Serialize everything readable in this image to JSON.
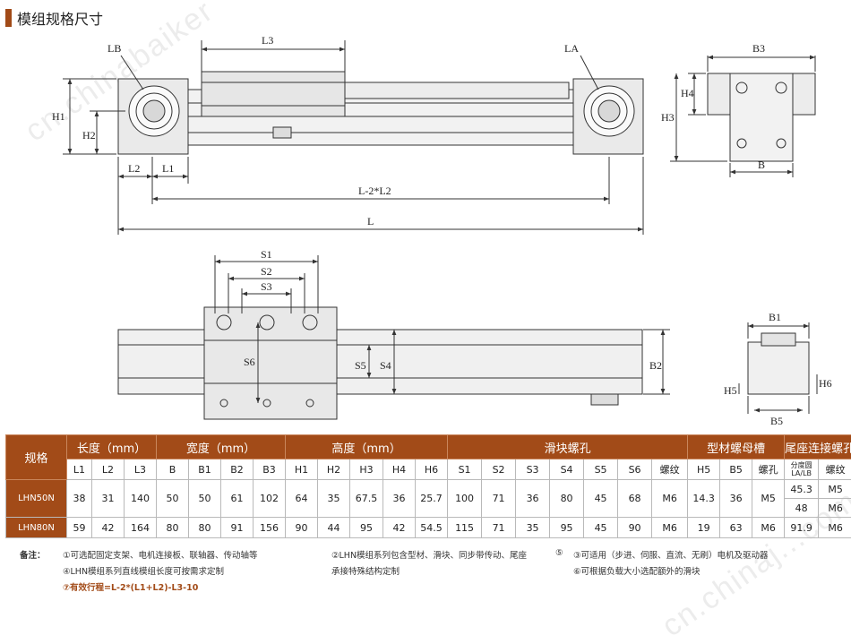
{
  "section_title": "模组规格尺寸",
  "watermarks": [
    "cn.chinabaiker",
    "cn.chinaj...com"
  ],
  "drawing_labels": {
    "L3": "L3",
    "LB": "LB",
    "LA": "LA",
    "H1": "H1",
    "H2": "H2",
    "L2": "L2",
    "L1": "L1",
    "L_minus": "L-2*L2",
    "L": "L",
    "B3": "B3",
    "H4": "H4",
    "H3": "H3",
    "B": "B",
    "S1": "S1",
    "S2": "S2",
    "S3": "S3",
    "S6": "S6",
    "S5": "S5",
    "S4": "S4",
    "B2": "B2",
    "B1": "B1",
    "H5": "H5",
    "H6": "H6",
    "B5": "B5"
  },
  "table": {
    "model_header": "规格",
    "groups": [
      "长度（mm）",
      "宽度（mm）",
      "高度（mm）",
      "滑块螺孔",
      "型材螺母槽",
      "尾座连接螺孔"
    ],
    "columns": [
      "L1",
      "L2",
      "L3",
      "B",
      "B1",
      "B2",
      "B3",
      "H1",
      "H2",
      "H3",
      "H4",
      "H6",
      "S1",
      "S2",
      "S3",
      "S4",
      "S5",
      "S6",
      "螺纹",
      "H5",
      "B5",
      "螺孔",
      "分度圆 LA/LB",
      "螺纹"
    ],
    "rows": [
      {
        "model": "LHN50N",
        "values": [
          "38",
          "31",
          "140",
          "50",
          "50",
          "61",
          "102",
          "64",
          "35",
          "67.5",
          "36",
          "25.7",
          "100",
          "71",
          "36",
          "80",
          "45",
          "68",
          "M6",
          "14.3",
          "36",
          "M5"
        ],
        "tail": [
          [
            "45.3",
            "M5"
          ],
          [
            "48",
            "M6"
          ]
        ]
      },
      {
        "model": "LHN80N",
        "values": [
          "59",
          "42",
          "164",
          "80",
          "80",
          "91",
          "156",
          "90",
          "44",
          "95",
          "42",
          "54.5",
          "115",
          "71",
          "35",
          "95",
          "45",
          "90",
          "M6",
          "19",
          "63",
          "M6"
        ],
        "tail": [
          [
            "91.9",
            "M6"
          ]
        ]
      }
    ]
  },
  "notes": {
    "label": "备注：",
    "n1": "①可选配固定支架、电机连接板、联轴器、传动轴等",
    "n2": "②LHN模组系列包含型材、滑块、同步带传动、尾座",
    "n3": "⑤",
    "n4": "③可适用（步进、伺服、直流、无刷）电机及驱动器",
    "n5": "④LHN模组系列直线模组长度可按需求定制",
    "n6": "承接特殊结构定制",
    "n7": "⑥可根据负载大小选配额外的滑块",
    "n8": "⑦有效行程=L-2*(L1+L2)-L3-10"
  },
  "colors": {
    "accent": "#a24b18",
    "line": "#333333"
  }
}
